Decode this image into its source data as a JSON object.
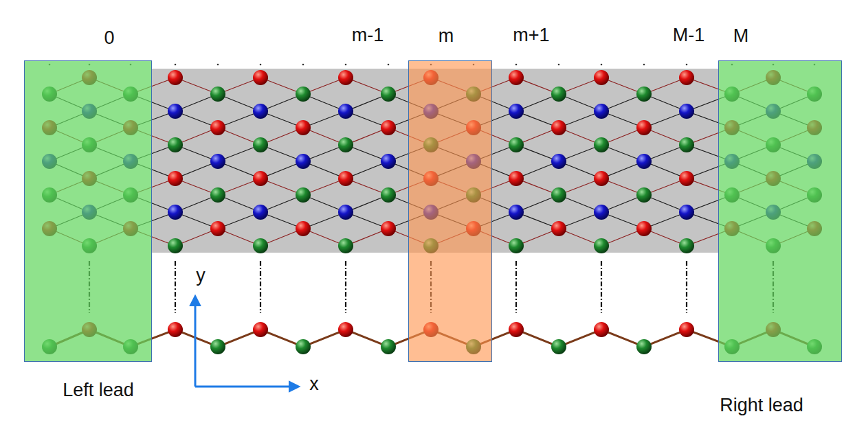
{
  "diagram": {
    "nodes": [
      {
        "text": [
          "0",
          "Left lead"
        ]
      },
      {
        "text": [
          "m"
        ]
      },
      {
        "text": [
          "M",
          "Right lead"
        ]
      }
    ],
    "labels": [
      "m-1",
      "m+1",
      "M-1",
      "y",
      "x"
    ]
  }
}
